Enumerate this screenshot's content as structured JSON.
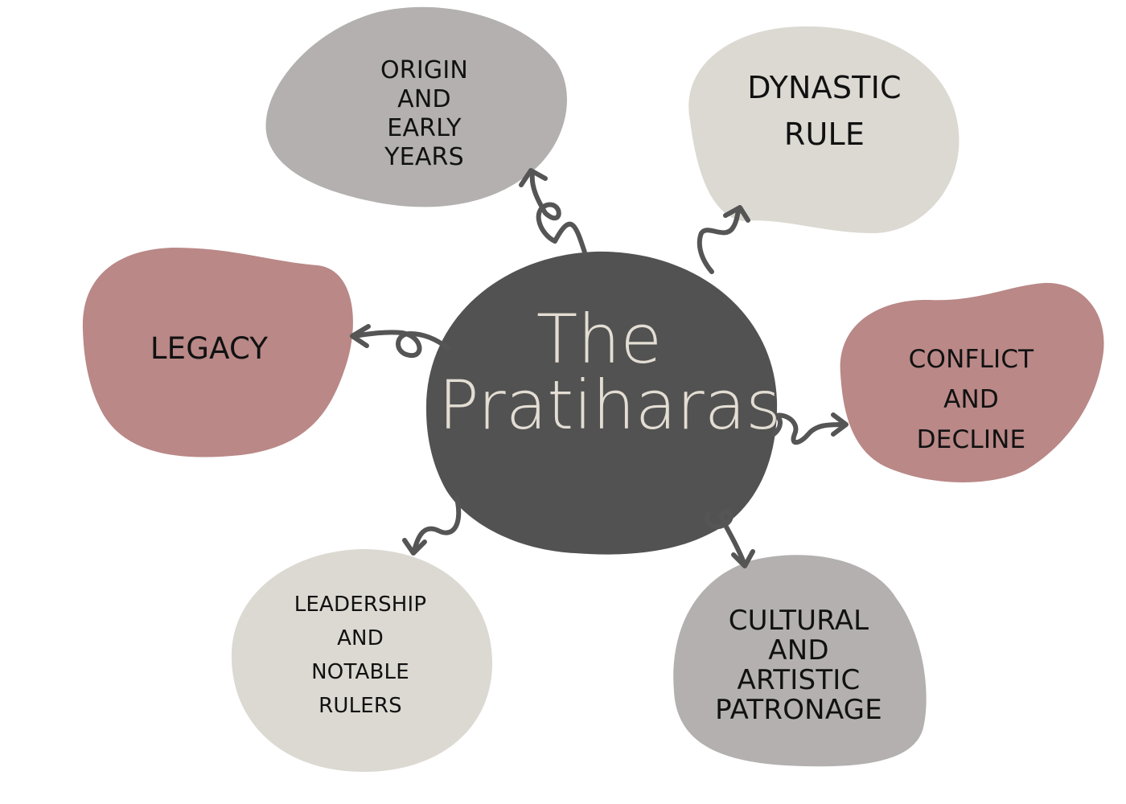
{
  "center": {
    "title_line1": "The",
    "title_line2": "Pratiharas",
    "color": "#525252",
    "text_color": "#e3ddd3"
  },
  "colors": {
    "gray": "#b3b0af",
    "beige": "#dcd9d2",
    "rose": "#b98887",
    "arrow": "#555555"
  },
  "nodes": [
    {
      "id": "origin",
      "lines": [
        "ORIGIN",
        "AND",
        "EARLY",
        "YEARS"
      ],
      "color": "gray"
    },
    {
      "id": "dynastic",
      "lines": [
        "DYNASTIC",
        "RULE"
      ],
      "color": "beige"
    },
    {
      "id": "legacy",
      "lines": [
        "LEGACY"
      ],
      "color": "rose"
    },
    {
      "id": "conflict",
      "lines": [
        "CONFLICT",
        "AND",
        "DECLINE"
      ],
      "color": "rose"
    },
    {
      "id": "leadership",
      "lines": [
        "LEADERSHIP",
        "AND",
        "NOTABLE",
        "RULERS"
      ],
      "color": "beige"
    },
    {
      "id": "cultural",
      "lines": [
        "CULTURAL",
        "AND",
        "ARTISTIC",
        "PATRONAGE"
      ],
      "color": "gray"
    }
  ]
}
